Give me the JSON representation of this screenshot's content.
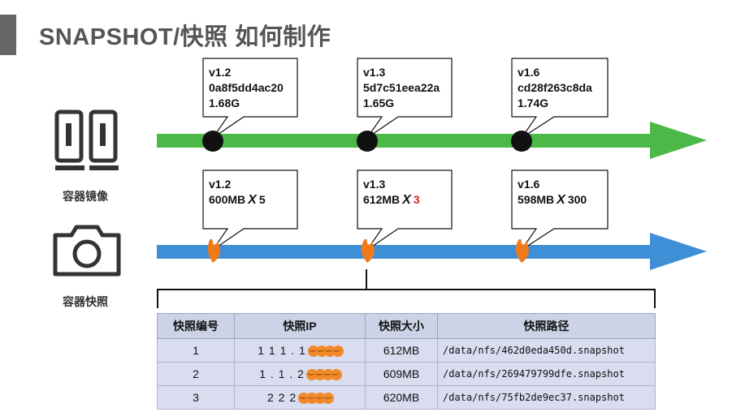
{
  "title": "SNAPSHOT/快照 如何制作",
  "icons": {
    "image_label": "容器镜像",
    "snapshot_label": "容器快照",
    "image_icon": "container-image-icon",
    "snapshot_icon": "camera-icon"
  },
  "colors": {
    "green_arrow": "#4cb848",
    "blue_arrow": "#3f8fd6",
    "marker_orange": "#f07a1a",
    "highlight_red": "#e02020"
  },
  "image_callouts": [
    {
      "version": "v1.2",
      "id": "0a8f5dd4ac20",
      "size": "1.68G"
    },
    {
      "version": "v1.3",
      "id": "5d7c51eea22a",
      "size": "1.65G"
    },
    {
      "version": "v1.6",
      "id": "cd28f263c8da",
      "size": "1.74G"
    }
  ],
  "snapshot_callouts": [
    {
      "version": "v1.2",
      "size": "600MB",
      "mult": "X",
      "count": "5"
    },
    {
      "version": "v1.3",
      "size": "612MB",
      "mult": "X",
      "count": "3"
    },
    {
      "version": "v1.6",
      "size": "598MB",
      "mult": "X",
      "count": "300"
    }
  ],
  "table": {
    "headers": [
      "快照编号",
      "快照IP",
      "快照大小",
      "快照路径"
    ],
    "rows": [
      {
        "no": "1",
        "ip": "1 1 1 . 1",
        "size": "612MB",
        "path": "/data/nfs/462d0eda450d.snapshot"
      },
      {
        "no": "2",
        "ip": "1 . 1 . 2",
        "size": "609MB",
        "path": "/data/nfs/269479799dfe.snapshot"
      },
      {
        "no": "3",
        "ip": "2 2 2",
        "size": "620MB",
        "path": "/data/nfs/75fb2de9ec37.snapshot"
      }
    ]
  }
}
